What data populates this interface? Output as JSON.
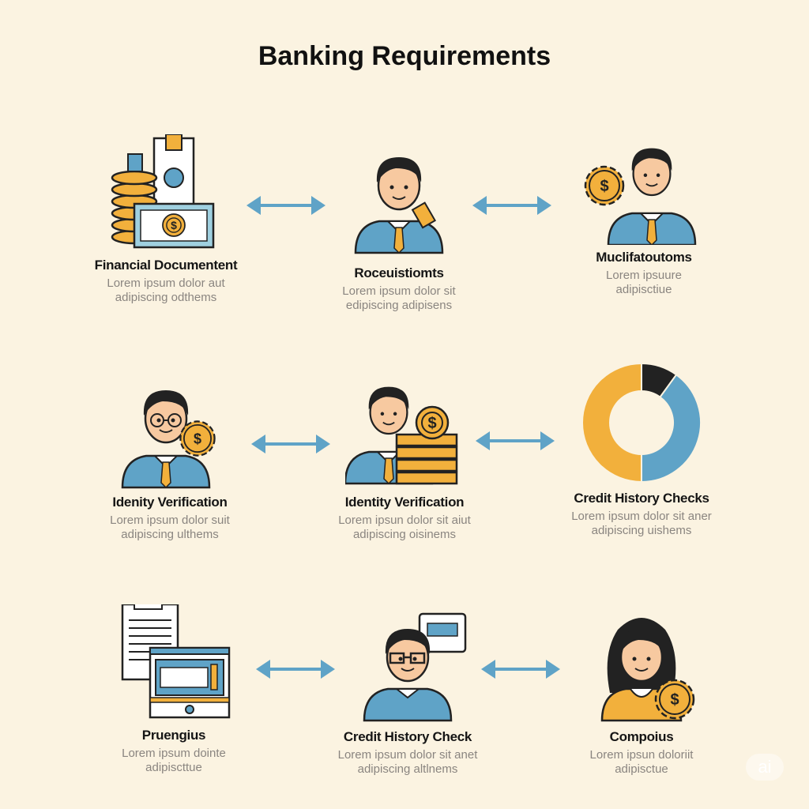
{
  "title": "Banking Requirements",
  "colors": {
    "background": "#fbf3e1",
    "blue": "#5fa3c7",
    "orange": "#f2b03c",
    "dark": "#222222"
  },
  "cards": [
    {
      "icon": "money-coins-icon",
      "title": "Financial Documentent",
      "line1": "Lorem ipsum dolor aut",
      "line2": "adipiscing odthems"
    },
    {
      "icon": "person-phone-icon",
      "title": "Roceuistiomts",
      "line1": "Lorem ipsum dolor sit",
      "line2": "edipiscing adipisens"
    },
    {
      "icon": "person-gear-dollar-icon",
      "title": "Muclifatoutoms",
      "line1": "Lorem ipsuure",
      "line2": "adipisctiue"
    },
    {
      "icon": "person-glasses-badge-icon",
      "title": "Idenity Verification",
      "line1": "Lorem ipsum dolor suit",
      "line2": "adipiscing ulthems"
    },
    {
      "icon": "person-coin-stack-icon",
      "title": "Identity Verification",
      "line1": "Lorem ipsun dolor sit aiut",
      "line2": "adipiscing oisinems"
    },
    {
      "icon": "donut-chart-icon",
      "title": "Credit History Checks",
      "line1": "Lorem ipsum dolor sit aner",
      "line2": "adipiscing uishems"
    },
    {
      "icon": "document-monitor-icon",
      "title": "Pruengius",
      "line1": "Lorem ipsum dointe",
      "line2": "adipiscttue"
    },
    {
      "icon": "person-glasses-card-icon",
      "title": "Credit History Check",
      "line1": "Lorem ipsum dolor sit anet",
      "line2": "adipiscing altlnems"
    },
    {
      "icon": "woman-gear-dollar-icon",
      "title": "Compoius",
      "line1": "Lorem ipsun doloriit",
      "line2": "adipisctue"
    }
  ],
  "donut": {
    "orange": 50,
    "blue": 40,
    "dark": 10
  },
  "watermark": "ai"
}
